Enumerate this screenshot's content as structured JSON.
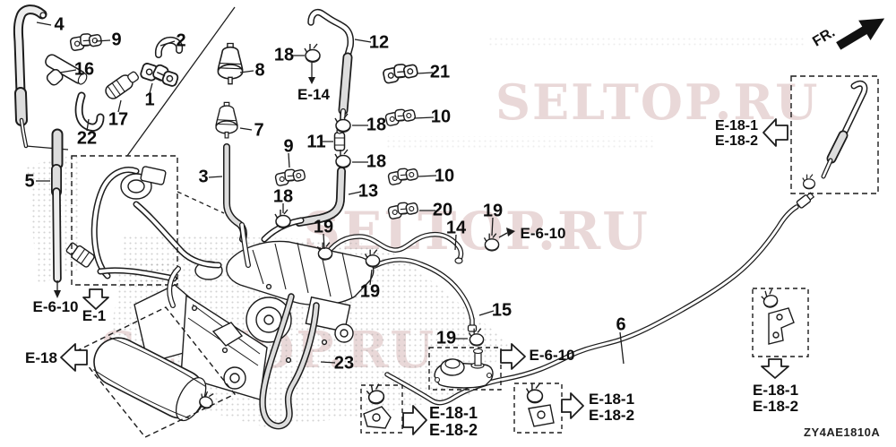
{
  "labels": {
    "n1": "1",
    "n2": "2",
    "n3": "3",
    "n4": "4",
    "n5": "5",
    "n6": "6",
    "n7": "7",
    "n8": "8",
    "n9": "9",
    "n10": "10",
    "n11": "11",
    "n12": "12",
    "n13": "13",
    "n14": "14",
    "n15": "15",
    "n16": "16",
    "n17": "17",
    "n18": "18",
    "n19": "19",
    "n20": "20",
    "n21": "21",
    "n22": "22",
    "n23": "23"
  },
  "refs": {
    "e14": "E-14",
    "e1": "E-1",
    "e18": "E-18",
    "e610": "E-6-10",
    "e181": "E-18-1",
    "e182": "E-18-2"
  },
  "direction_indicator": "FR.",
  "diagram_code": "ZY4AE1810A",
  "watermark": "SELTOP.RU"
}
